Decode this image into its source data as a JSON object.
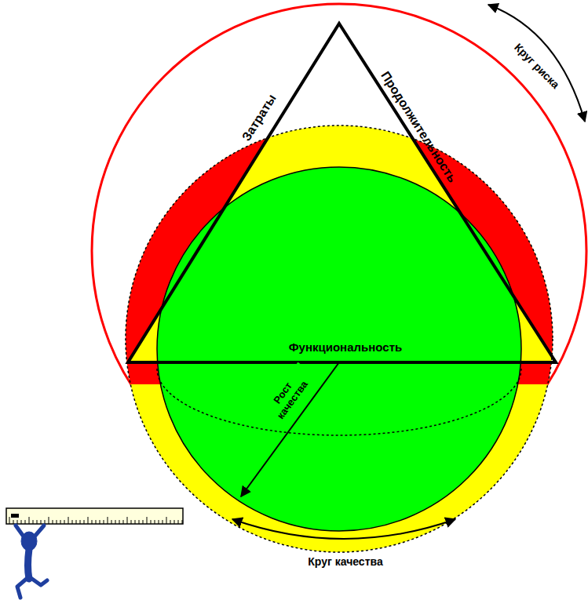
{
  "diagram": {
    "labels": [
      "Круг риска",
      "Затраты",
      "Продолжительность",
      "Функциональность",
      "Рост качества",
      "Круг качества"
    ]
  }
}
